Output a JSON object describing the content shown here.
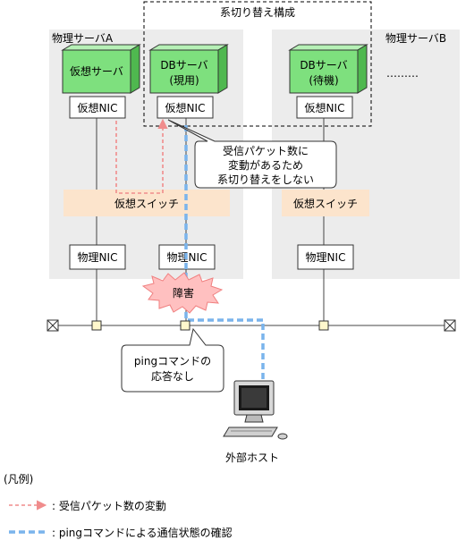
{
  "failover_group": {
    "label": "系切り替え構成"
  },
  "server_a": {
    "label": "物理サーバA",
    "vm": {
      "label": "仮想サーバ"
    },
    "db": {
      "line1": "DBサーバ",
      "line2": "(現用)"
    },
    "vnic1": "仮想NIC",
    "vnic2": "仮想NIC",
    "vswitch": "仮想スイッチ",
    "pnic1": "物理NIC",
    "pnic2": "物理NIC"
  },
  "server_b": {
    "label": "物理サーバB",
    "db": {
      "line1": "DBサーバ",
      "line2": "(待機)"
    },
    "ellipsis": "………",
    "vnic": "仮想NIC",
    "vswitch": "仮想スイッチ",
    "pnic": "物理NIC"
  },
  "callout_packet": {
    "lines": [
      "受信パケット数に",
      "変動があるため",
      "系切り替えをしない"
    ]
  },
  "failure": {
    "label": "障害"
  },
  "callout_ping": {
    "lines": [
      "pingコマンドの",
      "応答なし"
    ]
  },
  "host": {
    "label": "外部ホスト"
  },
  "legend": {
    "title": "(凡例)",
    "item1": ":  受信パケット数の変動",
    "item2": ":  pingコマンドによる通信状態の確認"
  },
  "colors": {
    "server_bg": "#ececec",
    "vm_green": "#7ee07e",
    "switch_bg": "#fce4cc",
    "dash_pink": "#f08c8c",
    "dash_blue": "#7ab4ec",
    "burst": "#ffc0c0"
  }
}
